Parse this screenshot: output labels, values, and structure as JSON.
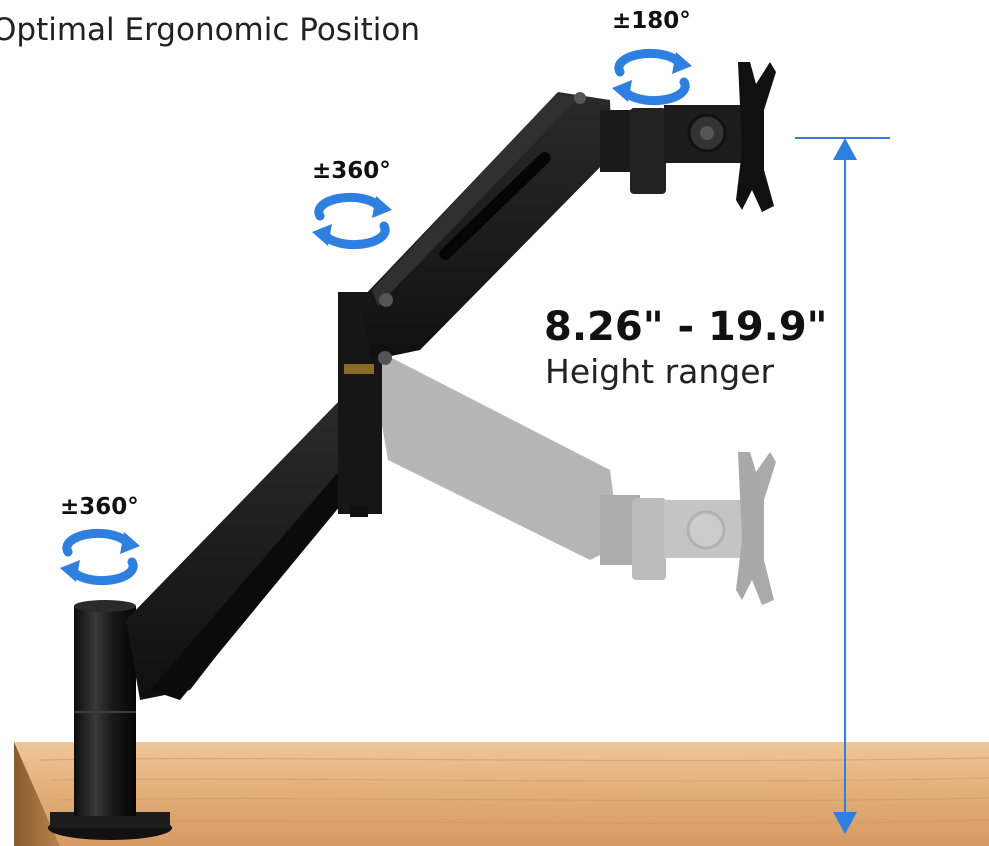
{
  "subtitle": "Optimal Ergonomic Position",
  "rotation": {
    "top": "±180°",
    "middle": "±360°",
    "base": "±360°"
  },
  "height": {
    "range": "8.26\" - 19.9\"",
    "label": "Height ranger"
  },
  "colors": {
    "accent_blue": "#2f7fe0",
    "arm_black": "#1c1c1c",
    "desk_wood": "#e3b07d"
  }
}
